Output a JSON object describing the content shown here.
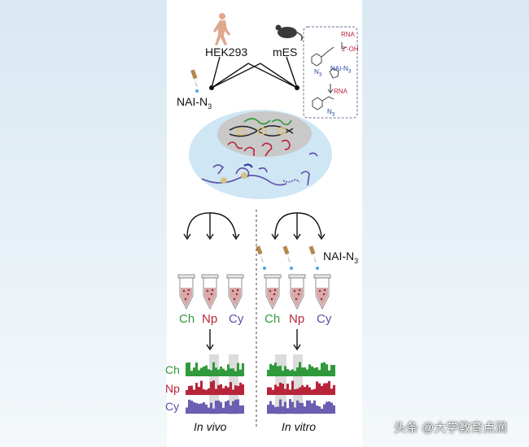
{
  "organisms": {
    "human": "HEK293",
    "mouse": "mES"
  },
  "reagent": {
    "main_label": "NAI-N",
    "main_sub": "3",
    "vitro_label": "NAI-N",
    "vitro_sub": "3"
  },
  "chemistry": {
    "rna_top": "RNA",
    "oh": "2′-OH",
    "nai": "NAI-N",
    "nai_sub": "3",
    "n3_a": "N",
    "n3_a_sub": "3",
    "rna_bottom": "RNA",
    "n3_b": "N",
    "n3_b_sub": "3"
  },
  "fractions": {
    "ch": "Ch",
    "np": "Np",
    "cy": "Cy"
  },
  "conditions": {
    "in_vivo": "In vivo",
    "in_vitro": "In vitro"
  },
  "tracks": [
    {
      "label": "Ch",
      "color": "#2e9a3c"
    },
    {
      "label": "Np",
      "color": "#b8243a"
    },
    {
      "label": "Cy",
      "color": "#6a5fb0"
    }
  ],
  "colors": {
    "chromatin": "#2e9a3c",
    "nucleoplasm": "#b8243a",
    "cytoplasm": "#5b4ea6",
    "cell": "#cfe6f4",
    "nucleus": "#c9c9c9"
  },
  "watermark": "头条 @大学教育点滴"
}
